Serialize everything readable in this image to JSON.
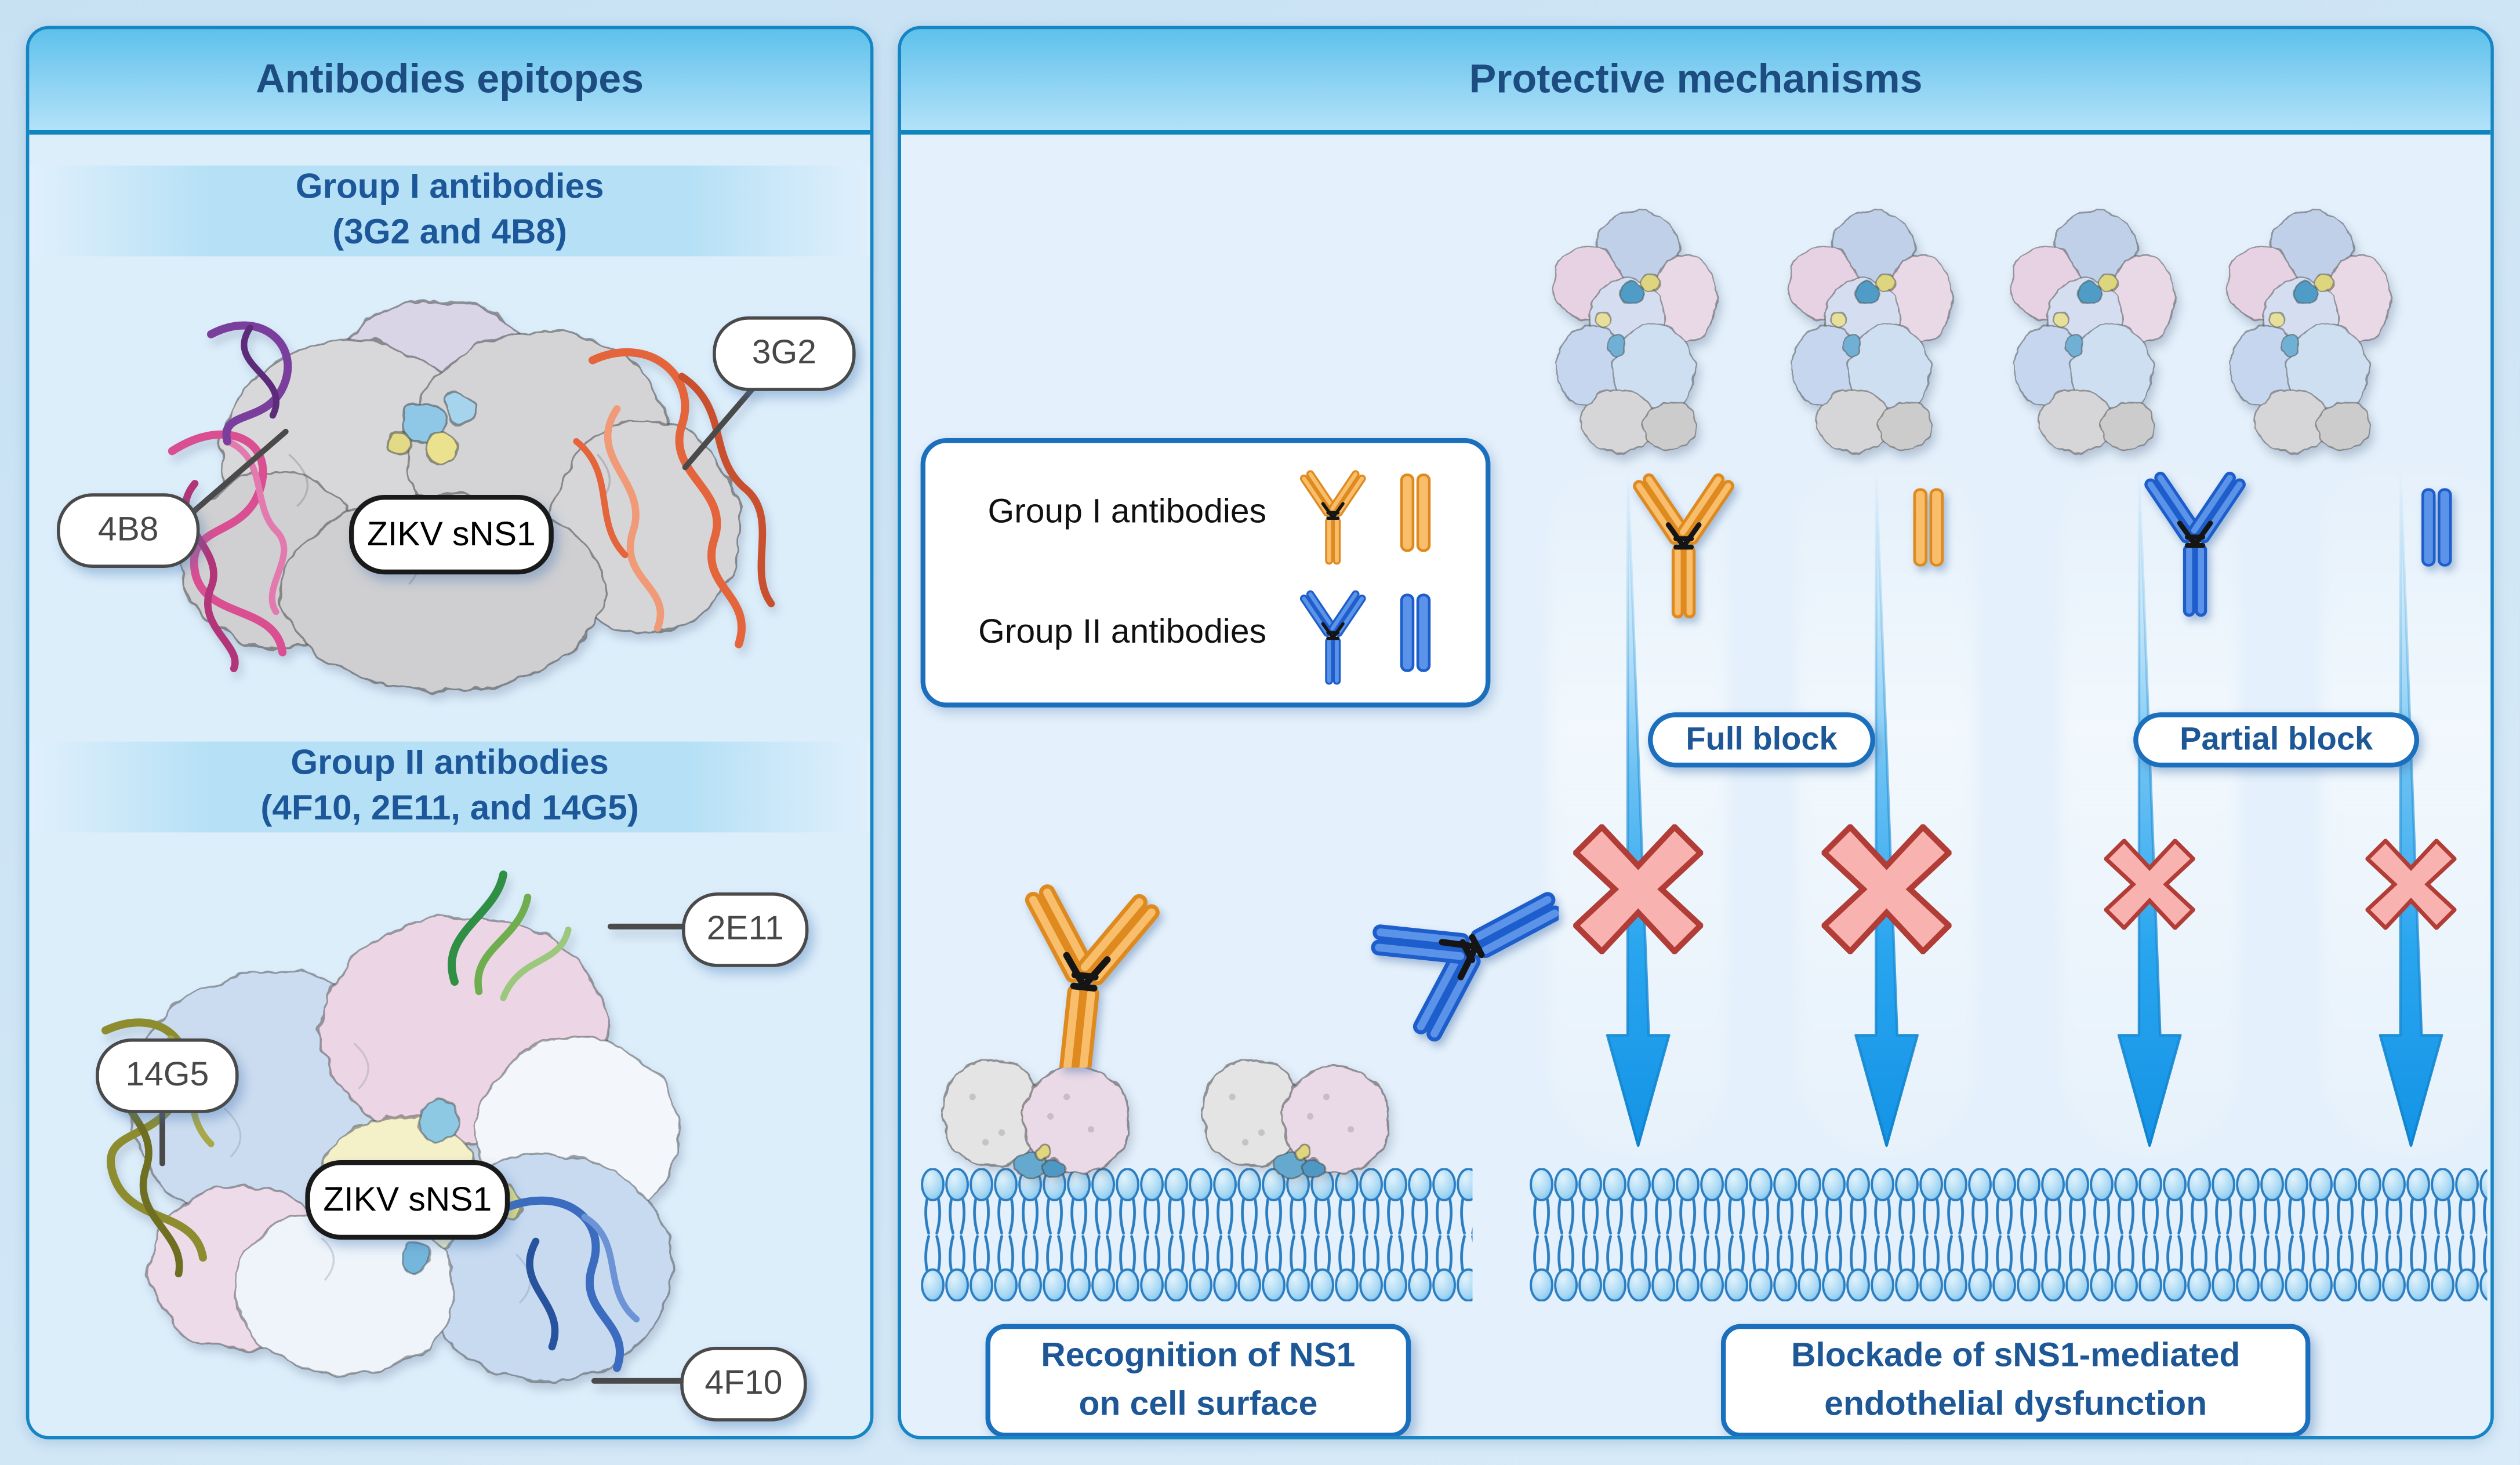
{
  "panels": {
    "left": {
      "title": "Antibodies epitopes",
      "group1": {
        "title_line1": "Group I antibodies",
        "title_line2": "(3G2 and 4B8)",
        "label_3g2": "3G2",
        "label_4b8": "4B8",
        "complex_label": "ZIKV sNS1"
      },
      "group2": {
        "title_line1": "Group II antibodies",
        "title_line2": "(4F10, 2E11, and 14G5)",
        "label_2e11": "2E11",
        "label_14g5": "14G5",
        "label_4f10": "4F10",
        "complex_label": "ZIKV sNS1"
      }
    },
    "right": {
      "title": "Protective mechanisms",
      "legend": {
        "group1_label": "Group I antibodies",
        "group2_label": "Group II antibodies"
      },
      "full_block_label": "Full block",
      "partial_block_label": "Partial block",
      "caption_recognition": {
        "line1": "Recognition of NS1",
        "line2": "on cell surface"
      },
      "caption_blockade": {
        "line1": "Blockade of sNS1-mediated",
        "line2": "endothelial dysfunction"
      }
    }
  },
  "colors": {
    "group1_fill": "#F9BE6B",
    "group1_stroke": "#DE8A1F",
    "group2_fill": "#5B93E8",
    "group2_stroke": "#1D5ECC",
    "x_fill": "#F8B3B1",
    "x_stroke": "#B23C36",
    "arrow_blue": "#1E9FEC",
    "membrane_blue": "#2B7EC1",
    "panel_border": "#1585C4",
    "header_text": "#1C4C80",
    "subheader_text": "#1B5799",
    "caption_text": "#1D5796",
    "box_border": "#1B6FBD",
    "tag_border": "#4A4A4A"
  }
}
